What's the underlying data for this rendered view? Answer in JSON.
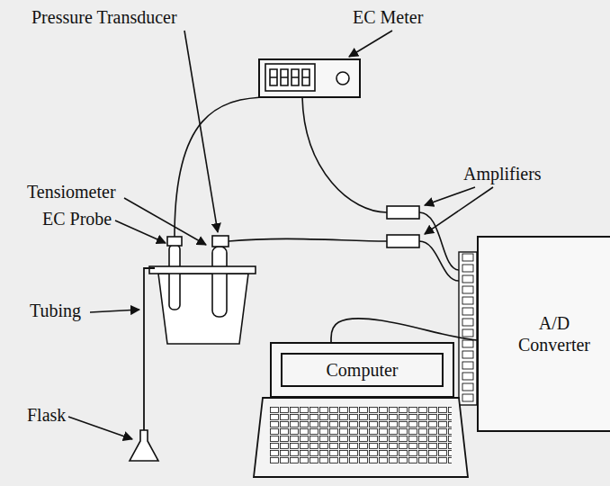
{
  "diagram": {
    "nodes": [
      {
        "text": [
          "A/D Converter"
        ]
      },
      {
        "text": [
          "Computer"
        ]
      }
    ],
    "edges": [
      {
        "from": 1,
        "to": 0,
        "arrow": "none"
      }
    ],
    "labels": [
      "Pressure Transducer",
      "EC Meter",
      "Tensiometer",
      "EC Probe",
      "Amplifiers",
      "Tubing",
      "Flask"
    ]
  }
}
